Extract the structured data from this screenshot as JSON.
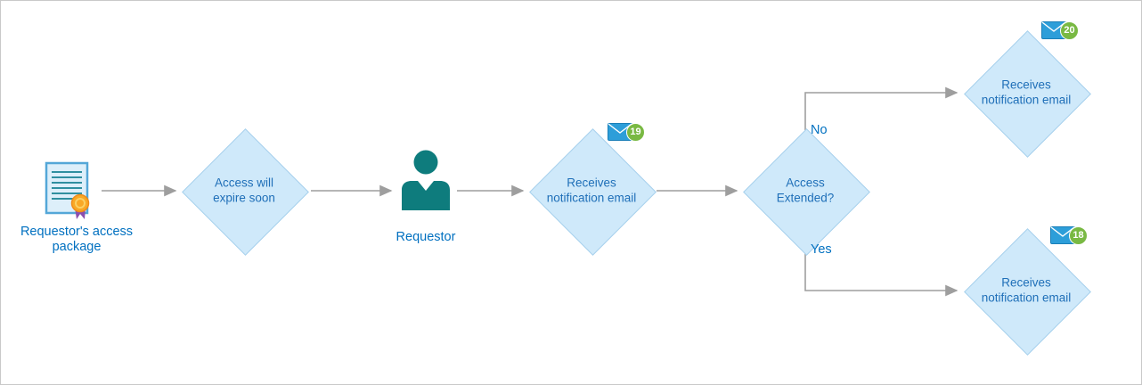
{
  "diagram": {
    "nodes": {
      "access_package": {
        "label": "Requestor's access package",
        "icon": "certificate-document-icon"
      },
      "expire_soon": {
        "label": "Access will expire soon"
      },
      "requestor": {
        "label": "Requestor",
        "icon": "person-icon"
      },
      "notify_initial": {
        "label": "Receives notification email",
        "badge": "19",
        "icon": "email-icon"
      },
      "access_extended": {
        "label": "Access Extended?"
      },
      "notify_no": {
        "label": "Receives notification email",
        "badge": "20",
        "icon": "email-icon"
      },
      "notify_yes": {
        "label": "Receives notification email",
        "badge": "18",
        "icon": "email-icon"
      }
    },
    "branches": {
      "no": "No",
      "yes": "Yes"
    },
    "colors": {
      "diamond_fill": "#cfe9fa",
      "diamond_border": "#a6d0ec",
      "diamond_text": "#1f6fb8",
      "caption_text": "#0070c0",
      "connector_gray": "#9e9e9e",
      "person_teal": "#0e7c7d",
      "badge_green": "#79b943",
      "envelope_blue": "#2d9ed9",
      "seal_orange": "#f9a825",
      "ribbon_purple": "#8a4fae"
    }
  }
}
